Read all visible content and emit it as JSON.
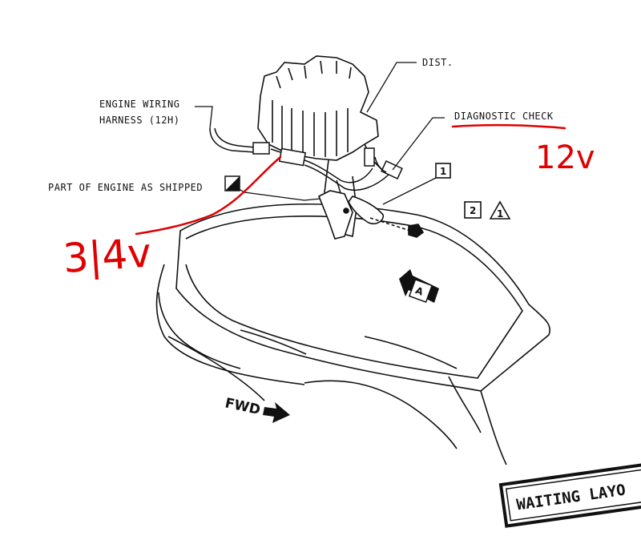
{
  "labels": {
    "engine_wiring_harness_line1": "ENGINE WIRING",
    "engine_wiring_harness_line2": "HARNESS (12H)",
    "distributor": "DIST.",
    "diagnostic_check": "DIAGNOSTIC CHECK",
    "part_of_engine": "PART OF ENGINE AS SHIPPED",
    "callout_1": "1",
    "callout_2": "2",
    "warning_1": "1",
    "view_a": "A",
    "forward": "FWD"
  },
  "stamp": {
    "text": "WAITING LAYO"
  },
  "annotations": {
    "red_note_right": "12v",
    "red_note_left": "3|4v"
  },
  "colors": {
    "ink": "#111111",
    "annotation_red": "#e00000",
    "paper": "#ffffff"
  }
}
